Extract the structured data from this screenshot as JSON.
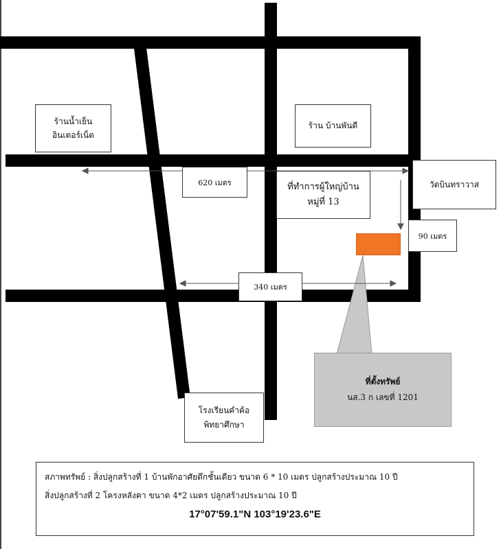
{
  "colors": {
    "road": "#000000",
    "property_marker": "#f07524",
    "callout_fill": "#c8c8c8",
    "label_fill": "#ffffff"
  },
  "landmarks": {
    "internet_shop": [
      "ร้านน้ำเย็น",
      "อินเตอร์เน็ต"
    ],
    "shop_banphanti": [
      "ร้าน บ้านพันดี"
    ],
    "village_office": [
      "ที่ทำการผู้ใหญ่บ้าน",
      "หมู่ที่ 13"
    ],
    "temple": [
      "วัดบินทราวาส"
    ],
    "school": [
      "โรงเรียนคำค้อ",
      "พิทยาศึกษา"
    ]
  },
  "distances": {
    "d620": "620 เมตร",
    "d90": "90 เมตร",
    "d340": "340 เมตร"
  },
  "property": {
    "title": "ที่ตั้งทรัพย์",
    "deed": "นส.3 ก เลขที่ 1201"
  },
  "info": {
    "line1": "สภาพทรัพย์ : สิ่งปลูกสร้างที่ 1 บ้านพักอาศัยตึกชั้นเดียว ขนาด 6 * 10 เมตร ปลูกสร้างประมาณ 10 ปี",
    "line2": "สิ่งปลูกสร้างที่ 2 โครงหลังคา ขนาด 4*2 เมตร ปลูกสร้างประมาณ 10 ปี",
    "coords": "17°07'59.1\"N 103°19'23.6\"E"
  }
}
